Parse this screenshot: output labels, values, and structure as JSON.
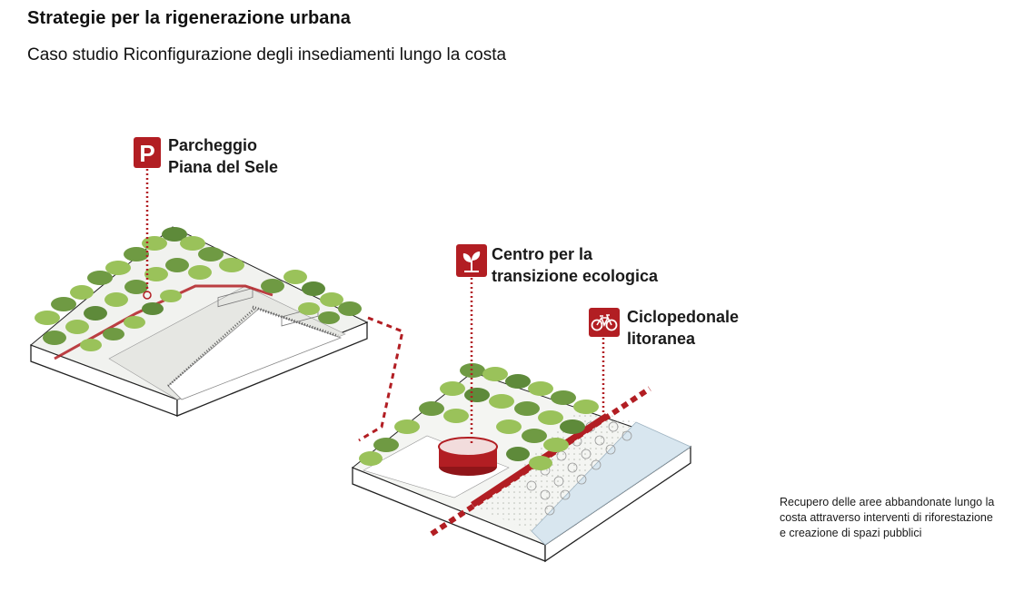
{
  "header": {
    "title": "Strategie per la rigenerazione urbana",
    "subtitle": "Caso studio  Riconfigurazione degli insediamenti lungo la costa"
  },
  "callouts": [
    {
      "id": "parking",
      "icon": "parking-icon",
      "lines": [
        "Parcheggio",
        "Piana del Sele"
      ]
    },
    {
      "id": "eco-center",
      "icon": "leaf-sprout-icon",
      "lines": [
        "Centro per la",
        "transizione ecologica"
      ]
    },
    {
      "id": "cycle-path",
      "icon": "bicycle-icon",
      "lines": [
        "Ciclopedonale",
        "litoranea"
      ]
    }
  ],
  "caption": {
    "lines": [
      "Recupero delle aree abbandonate lungo la",
      "costa attraverso interventi di riforestazione",
      "e creazione di spazi pubblici"
    ]
  },
  "icons": {
    "parking_letter": "P"
  },
  "colors": {
    "accent": "#b21e23",
    "tree_dark": "#5e8a3a",
    "tree_light": "#9ac25a",
    "sea": "#d8e6ef",
    "beach": "#eef0ea"
  }
}
